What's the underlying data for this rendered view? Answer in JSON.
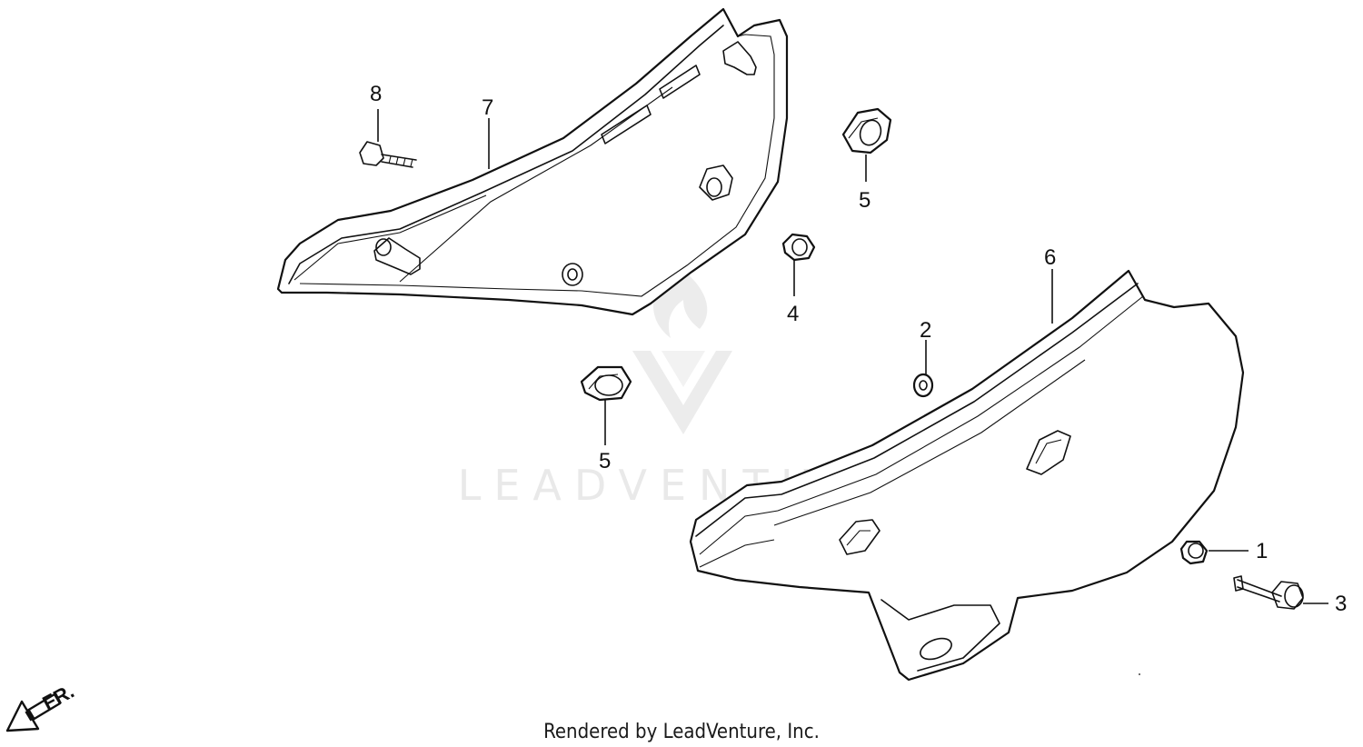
{
  "watermark": {
    "brand": "LEADVENTURE"
  },
  "footer": {
    "text": "Rendered by LeadVenture, Inc."
  },
  "orientation": {
    "label": "FR."
  },
  "callouts": {
    "c1": "1",
    "c2": "2",
    "c3": "3",
    "c4": "4",
    "c5a": "5",
    "c5b": "5",
    "c6": "6",
    "c7": "7",
    "c8": "8"
  },
  "colors": {
    "line": "#111111",
    "watermark": "#e9e9e9",
    "background": "#ffffff"
  }
}
